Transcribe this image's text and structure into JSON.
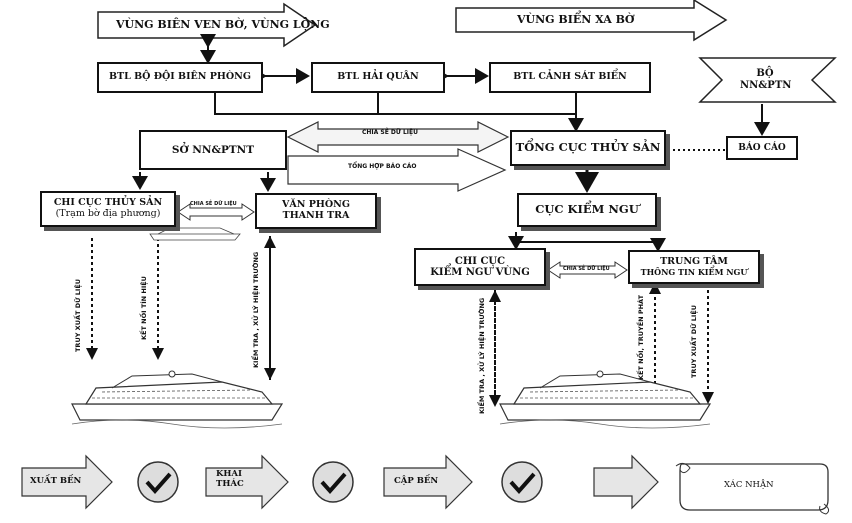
{
  "zones": {
    "coastal": "VÙNG BIÊN VEN BỜ, VÙNG LỘNG",
    "offshore": "VÙNG BIỂN XA BỜ"
  },
  "org": {
    "border_guard": "BTL BỘ ĐỘI BIÊN PHÒNG",
    "navy": "BTL HẢI QUÂN",
    "coast_guard": "BTL CẢNH SÁT BIỂN",
    "ministry_line1": "BỘ",
    "ministry_line2": "NN&PTN",
    "dept_agri": "SỞ NN&PTNT",
    "fisheries_directorate": "TỔNG CỤC THỦY SẢN",
    "report": "BÁO CÁO",
    "sub_fisheries_line1": "CHI CỤC THỦY SẢN",
    "sub_fisheries_line2": "(Trạm bờ địa phương)",
    "inspection_line1": "VĂN PHÒNG",
    "inspection_line2": "THANH TRA",
    "fisheries_control": "CỤC KIỂM NGƯ",
    "regional_control_line1": "CHI CỤC",
    "regional_control_line2": "KIỂM NGƯ VÙNG",
    "info_center_line1": "TRUNG TÂM",
    "info_center_line2": "THÔNG TIN KIỂM NGƯ"
  },
  "arrow_labels": {
    "share_top": "CHIA SẺ DỮ LIỆU",
    "summary_report": "TỔNG HỢP BÁO CÁO",
    "share_left": "CHIA SẺ DỮ LIỆU",
    "share_right": "CHIA SẺ DỮ LIỆU",
    "query_left": "TRUY XUẤT DỮ LIỆU",
    "connect_left": "KẾT NỐI TÍN HIỆU",
    "inspect_left": "KIỂM TRA , XỬ LÝ HIỆN TRƯỜNG",
    "inspect_right": "KIỂM TRA , XỬ LÝ HIỆN TRƯỜNG",
    "connect_right": "KẾT NỐI, TRUYỀN PHÁT",
    "query_right": "TRUY XUẤT DỮ LIỆU"
  },
  "process": {
    "step1": "XUẤT BẾN",
    "step2_line1": "KHAI",
    "step2_line2": "THÁC",
    "step3": "CẬP BẾN",
    "final": "XÁC NHẬN"
  },
  "icons": [
    "check-icon",
    "ship-icon"
  ]
}
